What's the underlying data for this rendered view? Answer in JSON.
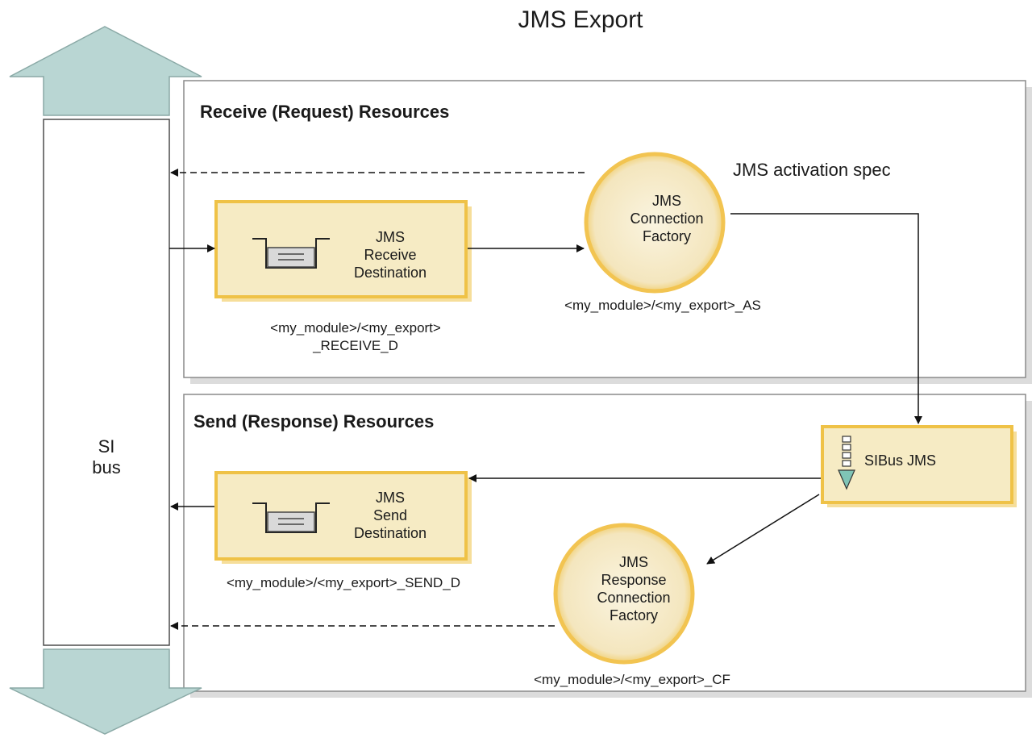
{
  "diagram": {
    "title": "JMS Export",
    "bus": {
      "label": "SI\nbus"
    },
    "receive_section": {
      "title": "Receive (Request) Resources",
      "destination": {
        "label": "JMS\nReceive\nDestination",
        "name": "<my_module>/<my_export>\n_RECEIVE_D"
      },
      "connection_factory": {
        "label": "JMS\nConnection\nFactory",
        "name": "<my_module>/<my_export>_AS"
      },
      "activation_spec_label": "JMS activation spec"
    },
    "send_section": {
      "title": "Send (Response) Resources",
      "destination": {
        "label": "JMS\nSend\nDestination",
        "name": "<my_module>/<my_export>_SEND_D"
      },
      "sibus": {
        "label": "SIBus JMS"
      },
      "response_connection_factory": {
        "label": "JMS\nResponse\nConnection\nFactory",
        "name": "<my_module>/<my_export>_CF"
      }
    },
    "colors": {
      "bus_arrow": "#b9d6d3",
      "component_fill": "#f6ebc4",
      "component_border": "#efc247",
      "circle_border": "#f2c451",
      "shadow": "#d9d9d9"
    },
    "icons": {
      "queue": "queue-icon",
      "sibus": "sibus-jms-icon"
    }
  }
}
